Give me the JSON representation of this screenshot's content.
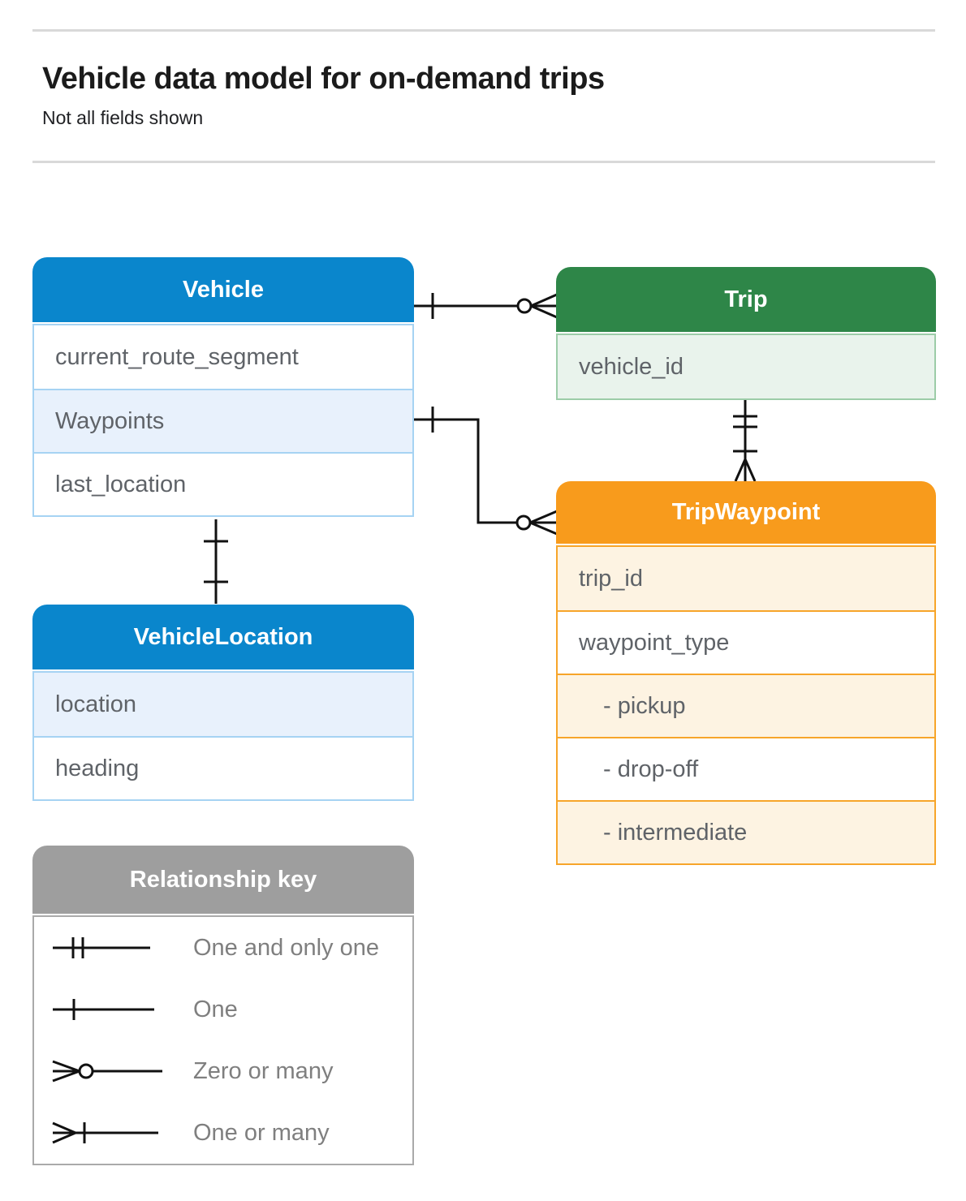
{
  "header": {
    "title": "Vehicle data model for on-demand trips",
    "subtitle": "Not all fields shown"
  },
  "tables": {
    "vehicle": {
      "title": "Vehicle",
      "fields": [
        "current_route_segment",
        "Waypoints",
        "last_location"
      ]
    },
    "trip": {
      "title": "Trip",
      "fields": [
        "vehicle_id"
      ]
    },
    "trip_waypoint": {
      "title": "TripWaypoint",
      "fields": [
        "trip_id",
        "waypoint_type",
        "- pickup",
        "- drop-off",
        "- intermediate"
      ]
    },
    "vehicle_location": {
      "title": "VehicleLocation",
      "fields": [
        "location",
        "heading"
      ]
    }
  },
  "legend": {
    "title": "Relationship key",
    "items": [
      "One and only one",
      "One",
      "Zero or many",
      "One or many"
    ]
  },
  "relationships": [
    {
      "from": "Vehicle",
      "to": "Trip",
      "from_cardinality": "one",
      "to_cardinality": "zero-or-many"
    },
    {
      "from": "Vehicle.Waypoints",
      "to": "TripWaypoint",
      "from_cardinality": "one",
      "to_cardinality": "zero-or-many"
    },
    {
      "from": "Trip",
      "to": "TripWaypoint",
      "from_cardinality": "one-and-only-one",
      "to_cardinality": "one-or-many"
    },
    {
      "from": "Vehicle",
      "to": "VehicleLocation",
      "from_cardinality": "one",
      "to_cardinality": "one"
    }
  ],
  "colors": {
    "vehicle_header": "#0a86cc",
    "vehicle_row_tint": "#e8f1fc",
    "trip_header": "#2e8648",
    "trip_row_tint": "#e9f3ec",
    "trip_waypoint_header": "#f89b1c",
    "trip_waypoint_row_tint": "#fdf3e2",
    "legend_header": "#9e9e9e",
    "legend_row_tint": "#ececec",
    "field_text": "#5f6368",
    "connector": "#111111"
  }
}
